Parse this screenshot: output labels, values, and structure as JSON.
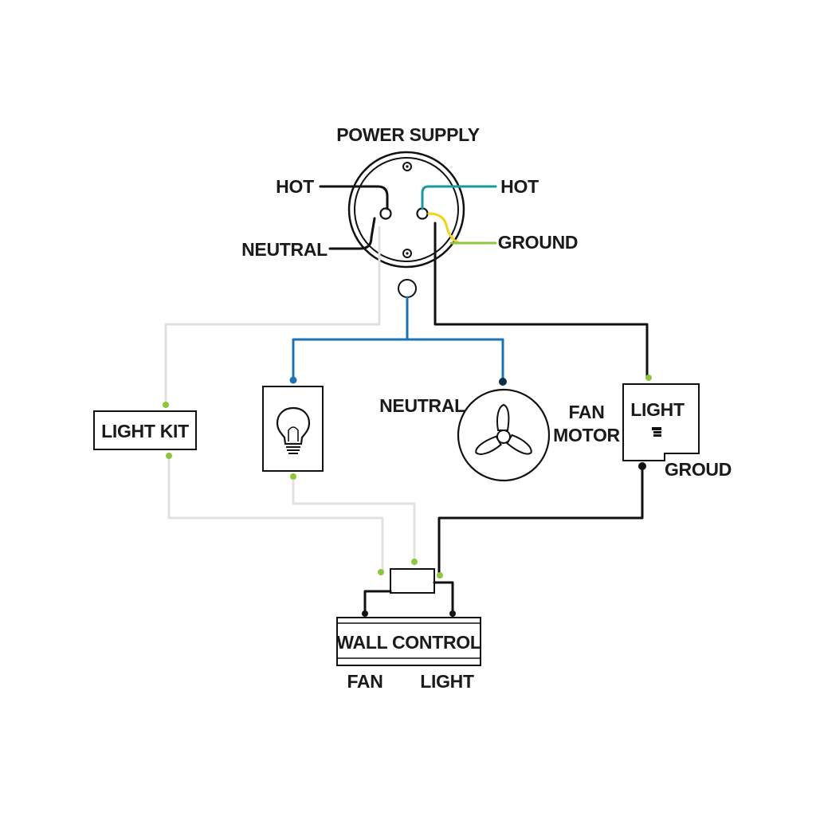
{
  "labels": {
    "power_supply": "POWER SUPPLY",
    "hot_left": "HOT",
    "hot_right": "HOT",
    "neutral_supply": "NEUTRAL",
    "ground_supply": "GROUND",
    "light_kit": "LIGHT KIT",
    "neutral_fan": "NEUTRAL",
    "fan_motor_line1": "FAN",
    "fan_motor_line2": "MOTOR",
    "light": "LIGHT",
    "groud": "GROUD",
    "wall_control": "WALL CONTROL",
    "fan": "FAN",
    "light_bottom": "LIGHT"
  },
  "icons": {
    "bulb": "light-bulb-icon",
    "fan": "fan-blades-icon",
    "socket": "socket-icon"
  },
  "colors": {
    "hot_wire": "#111111",
    "neutral_wire": "#1a73b8",
    "neutral_wire_light": "#e0e0e0",
    "ground_wire": "#8cc63f",
    "hot_accent": "#1a9aa0",
    "yellow_accent": "#f2d21b",
    "connector_dot": "#8cc63f"
  }
}
